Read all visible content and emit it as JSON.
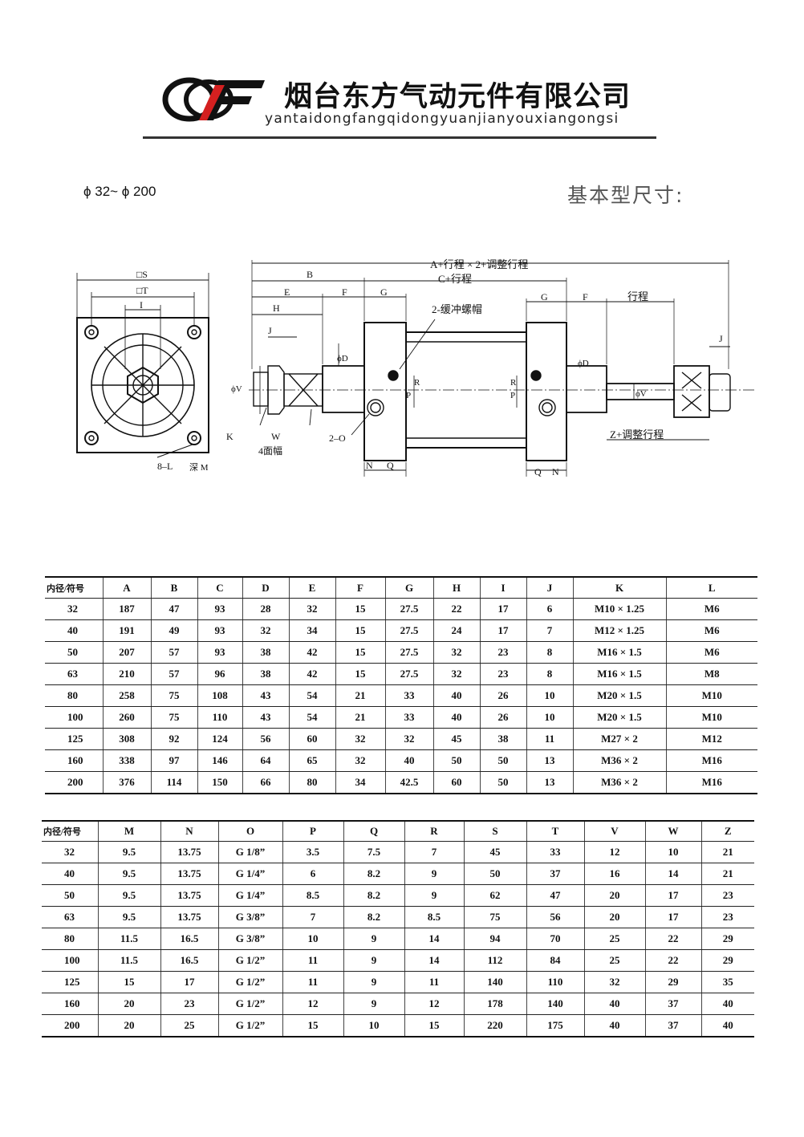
{
  "header": {
    "company_cn": "烟台东方气动元件有限公司",
    "company_pinyin": "yantaidongfangqidongyuanjianyouxiangongsi"
  },
  "bore_range": "ϕ 32~ ϕ 200",
  "section_title": "基本型尺寸:",
  "drawing": {
    "labels": {
      "S": "□S",
      "T": "□T",
      "I": "I",
      "K": "K",
      "W": "W",
      "W_note": "4面幅",
      "L": "8–L",
      "M": "深 M",
      "A": "A+行程 × 2+调整行程",
      "B": "B",
      "C": "C+行程",
      "E": "E",
      "F": "F",
      "G": "G",
      "H": "H",
      "J": "J",
      "D": "ϕD",
      "V": "ϕV",
      "P": "P",
      "R": "R",
      "O": "2–O",
      "N": "N",
      "Q": "Q",
      "cushion": "2-缓冲螺帽",
      "stroke": "行程",
      "Z": "Z+调整行程"
    }
  },
  "table1": {
    "headers": [
      "内径/符号",
      "A",
      "B",
      "C",
      "D",
      "E",
      "F",
      "G",
      "H",
      "I",
      "J",
      "K",
      "L"
    ],
    "rows": [
      [
        "32",
        "187",
        "47",
        "93",
        "28",
        "32",
        "15",
        "27.5",
        "22",
        "17",
        "6",
        "M10 × 1.25",
        "M6"
      ],
      [
        "40",
        "191",
        "49",
        "93",
        "32",
        "34",
        "15",
        "27.5",
        "24",
        "17",
        "7",
        "M12 × 1.25",
        "M6"
      ],
      [
        "50",
        "207",
        "57",
        "93",
        "38",
        "42",
        "15",
        "27.5",
        "32",
        "23",
        "8",
        "M16 × 1.5",
        "M6"
      ],
      [
        "63",
        "210",
        "57",
        "96",
        "38",
        "42",
        "15",
        "27.5",
        "32",
        "23",
        "8",
        "M16 × 1.5",
        "M8"
      ],
      [
        "80",
        "258",
        "75",
        "108",
        "43",
        "54",
        "21",
        "33",
        "40",
        "26",
        "10",
        "M20 × 1.5",
        "M10"
      ],
      [
        "100",
        "260",
        "75",
        "110",
        "43",
        "54",
        "21",
        "33",
        "40",
        "26",
        "10",
        "M20 × 1.5",
        "M10"
      ],
      [
        "125",
        "308",
        "92",
        "124",
        "56",
        "60",
        "32",
        "32",
        "45",
        "38",
        "11",
        "M27 × 2",
        "M12"
      ],
      [
        "160",
        "338",
        "97",
        "146",
        "64",
        "65",
        "32",
        "40",
        "50",
        "50",
        "13",
        "M36 × 2",
        "M16"
      ],
      [
        "200",
        "376",
        "114",
        "150",
        "66",
        "80",
        "34",
        "42.5",
        "60",
        "50",
        "13",
        "M36 × 2",
        "M16"
      ]
    ]
  },
  "table2": {
    "headers": [
      "内径/符号",
      "M",
      "N",
      "O",
      "P",
      "Q",
      "R",
      "S",
      "T",
      "V",
      "W",
      "Z"
    ],
    "rows": [
      [
        "32",
        "9.5",
        "13.75",
        "G 1/8”",
        "3.5",
        "7.5",
        "7",
        "45",
        "33",
        "12",
        "10",
        "21"
      ],
      [
        "40",
        "9.5",
        "13.75",
        "G 1/4”",
        "6",
        "8.2",
        "9",
        "50",
        "37",
        "16",
        "14",
        "21"
      ],
      [
        "50",
        "9.5",
        "13.75",
        "G 1/4”",
        "8.5",
        "8.2",
        "9",
        "62",
        "47",
        "20",
        "17",
        "23"
      ],
      [
        "63",
        "9.5",
        "13.75",
        "G 3/8”",
        "7",
        "8.2",
        "8.5",
        "75",
        "56",
        "20",
        "17",
        "23"
      ],
      [
        "80",
        "11.5",
        "16.5",
        "G 3/8”",
        "10",
        "9",
        "14",
        "94",
        "70",
        "25",
        "22",
        "29"
      ],
      [
        "100",
        "11.5",
        "16.5",
        "G 1/2”",
        "11",
        "9",
        "14",
        "112",
        "84",
        "25",
        "22",
        "29"
      ],
      [
        "125",
        "15",
        "17",
        "G 1/2”",
        "11",
        "9",
        "11",
        "140",
        "110",
        "32",
        "29",
        "35"
      ],
      [
        "160",
        "20",
        "23",
        "G 1/2”",
        "12",
        "9",
        "12",
        "178",
        "140",
        "40",
        "37",
        "40"
      ],
      [
        "200",
        "20",
        "25",
        "G 1/2”",
        "15",
        "10",
        "15",
        "220",
        "175",
        "40",
        "37",
        "40"
      ]
    ]
  }
}
